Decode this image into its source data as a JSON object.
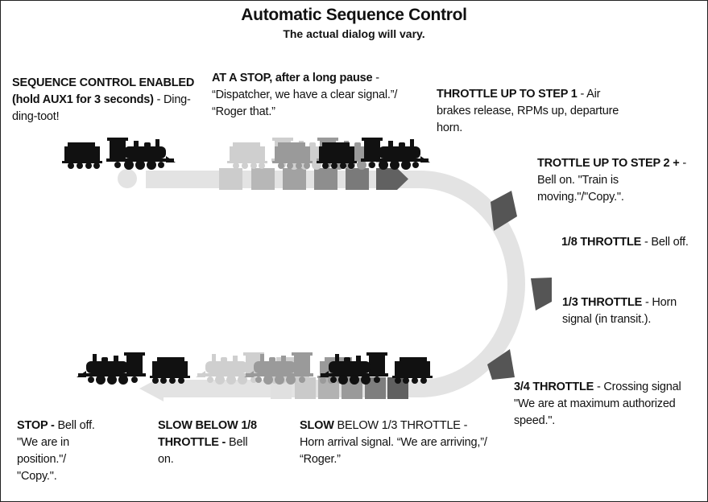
{
  "title": "Automatic Sequence Control",
  "subtitle": "The actual dialog will vary.",
  "steps": [
    {
      "id": "enable",
      "bold": "SEQUENCE CONTROL ENABLED (hold AUX1 for 3 seconds)",
      "text": " - Ding-ding-toot!"
    },
    {
      "id": "stop-pause",
      "bold": "AT A STOP, after a long pause",
      "text": " - “Dispatcher, we have a clear signal.”/ “Roger that.”"
    },
    {
      "id": "step1",
      "bold": "THROTTLE UP TO STEP 1",
      "text": " - Air brakes release, RPMs up, departure horn."
    },
    {
      "id": "step2",
      "bold": "TROTTLE UP TO STEP 2 +",
      "text": " - Bell on. \"Train is moving.\"/\"Copy.\"."
    },
    {
      "id": "eighth",
      "bold": "1/8 THROTTLE",
      "text": " - Bell off."
    },
    {
      "id": "third",
      "bold": "1/3 THROTTLE",
      "text": " - Horn signal (in transit.)."
    },
    {
      "id": "three-quarter",
      "bold": "3/4 THROTTLE",
      "text": " - Crossing signal \"We are at maximum authorized speed.\"."
    },
    {
      "id": "slow-third",
      "bold": "SLOW",
      "text": " BELOW 1/3 THROTTLE - Horn arrival signal. “We are arriving,”/ “Roger.”"
    },
    {
      "id": "slow-eighth",
      "bold": "SLOW BELOW 1/8 THROTTLE -",
      "text": " Bell on."
    },
    {
      "id": "stop",
      "bold": "STOP -",
      "text": " Bell off. \"We are in position.\"/ \"Copy.\"."
    }
  ],
  "colors": {
    "track": "#e3e3e3",
    "arrow_dark": "#555555",
    "loco": "#111111",
    "ghost": [
      "#c8c8c8",
      "#a8a8a8",
      "#888888"
    ]
  }
}
